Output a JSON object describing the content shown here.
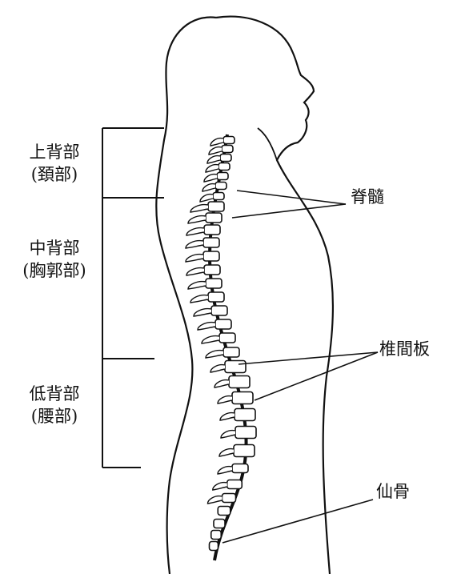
{
  "regions": {
    "upper": {
      "name": "上背部",
      "sub": "(頚部)"
    },
    "middle": {
      "name": "中背部",
      "sub": "(胸郭部)"
    },
    "lower": {
      "name": "低背部",
      "sub": "(腰部)"
    }
  },
  "callouts": {
    "spinal_cord": "脊髓",
    "discs": "椎間板",
    "sacrum": "仙骨"
  },
  "colors": {
    "line": "#111111",
    "background": "#ffffff"
  }
}
